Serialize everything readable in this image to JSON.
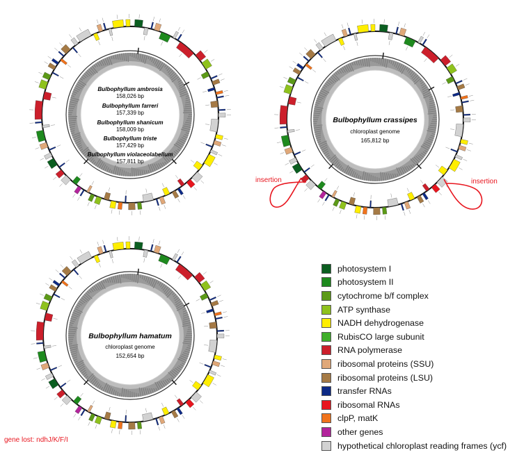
{
  "maps": [
    {
      "id": "combined",
      "genomes": [
        {
          "name": "Bulbophyllum ambrosia",
          "size": "158,026 bp"
        },
        {
          "name": "Bulbophyllum farreri",
          "size": "157,339 bp"
        },
        {
          "name": "Bulbophyllum shanicum",
          "size": "158,009 bp"
        },
        {
          "name": "Bulbophyllum triste",
          "size": "157,429 bp"
        },
        {
          "name": "Bulbophyllum violaceolabellum",
          "size": "157,811 bp"
        }
      ]
    },
    {
      "id": "crassipes",
      "title": "Bulbophyllum crassipes",
      "subtitle": "chloroplast genome",
      "size": "165,812 bp",
      "annotations": {
        "left": "insertion",
        "right": "insertion"
      }
    },
    {
      "id": "hamatum",
      "title": "Bulbophyllum hamatum",
      "subtitle": "chloroplast genome",
      "size": "152,654 bp",
      "annotations": {
        "note": "gene lost: ndhJ/K/F/I"
      }
    }
  ],
  "legend": [
    {
      "label": "photosystem I",
      "color": "#0b5e20"
    },
    {
      "label": "photosystem II",
      "color": "#1e8a1e"
    },
    {
      "label": "cytochrome b/f complex",
      "color": "#5c9a17"
    },
    {
      "label": "ATP synthase",
      "color": "#8fc21d"
    },
    {
      "label": "NADH dehydrogenase",
      "color": "#ffee00"
    },
    {
      "label": "RubisCO large subunit",
      "color": "#3fae2a"
    },
    {
      "label": "RNA polymerase",
      "color": "#cc1f2b"
    },
    {
      "label": "ribosomal proteins (SSU)",
      "color": "#e0a879"
    },
    {
      "label": "ribosomal proteins (LSU)",
      "color": "#a57a45"
    },
    {
      "label": "transfer RNAs",
      "color": "#0d2a86"
    },
    {
      "label": "ribosomal RNAs",
      "color": "#e8151e"
    },
    {
      "label": "clpP, matK",
      "color": "#f0731c"
    },
    {
      "label": "other genes",
      "color": "#b3249c"
    },
    {
      "label": "hypothetical chloroplast reading frames (ycf)",
      "color": "#d2d2d2"
    }
  ]
}
